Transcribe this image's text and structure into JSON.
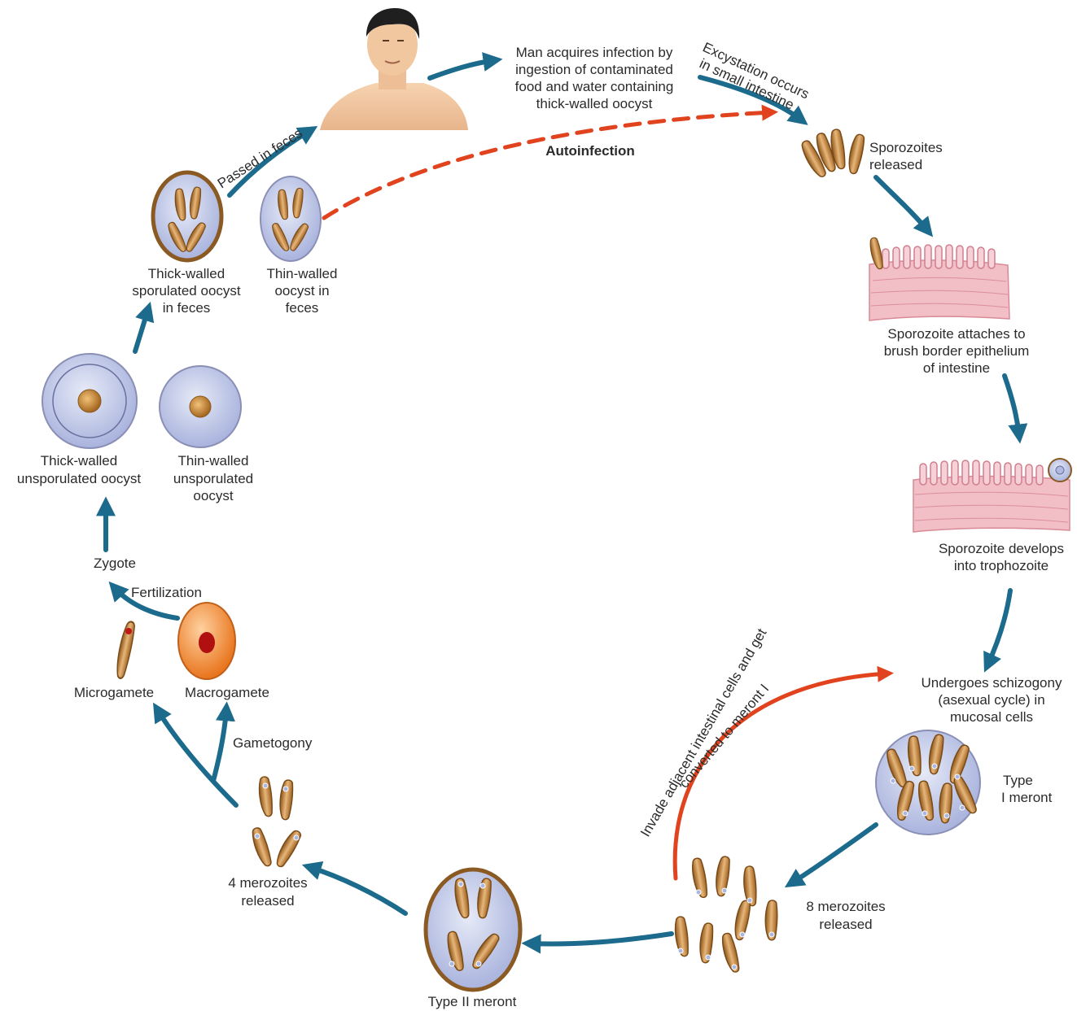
{
  "labels": {
    "man_acquires_1": "Man acquires infection by",
    "man_acquires_2": "ingestion of contaminated",
    "man_acquires_3": "food and water containing",
    "man_acquires_4": "thick-walled oocyst",
    "excystation_1": "Excystation occurs",
    "excystation_2": "in small intestine",
    "sporozoites_1": "Sporozoites",
    "sporozoites_2": "released",
    "autoinfection": "Autoinfection",
    "passed_in_feces": "Passed in feces",
    "thick_sporulated_1": "Thick-walled",
    "thick_sporulated_2": "sporulated oocyst",
    "thick_sporulated_3": "in feces",
    "thin_walled_feces_1": "Thin-walled",
    "thin_walled_feces_2": "oocyst in",
    "thin_walled_feces_3": "feces",
    "attaches_1": "Sporozoite attaches to",
    "attaches_2": "brush border epithelium",
    "attaches_3": "of intestine",
    "thick_unsporulated_1": "Thick-walled",
    "thick_unsporulated_2": "unsporulated oocyst",
    "thin_unsporulated_1": "Thin-walled",
    "thin_unsporulated_2": "unsporulated",
    "thin_unsporulated_3": "oocyst",
    "develops_1": "Sporozoite develops",
    "develops_2": "into trophozoite",
    "zygote": "Zygote",
    "fertilization": "Fertilization",
    "microgamete": "Microgamete",
    "macrogamete": "Macrogamete",
    "gametogony": "Gametogony",
    "invade_1": "Invade adjacent intestinal cells and get",
    "invade_2": "converted to meront I",
    "schizogony_1": "Undergoes schizogony",
    "schizogony_2": "(asexual cycle) in",
    "schizogony_3": "mucosal cells",
    "type1_1": "Type",
    "type1_2": "I meront",
    "four_merozoites_1": "4 merozoites",
    "four_merozoites_2": "released",
    "eight_merozoites_1": "8 merozoites",
    "eight_merozoites_2": "released",
    "type2": "Type II meront"
  },
  "colors": {
    "arrow_blue": "#1c6a8c",
    "arrow_red": "#e0431e",
    "cyst_wall": "#8a5a22",
    "cyst_fill": "#c9d0ea",
    "zoite": "#c48a44",
    "epithelium": "#f2bfc6",
    "skin": "#f3c9a2"
  }
}
